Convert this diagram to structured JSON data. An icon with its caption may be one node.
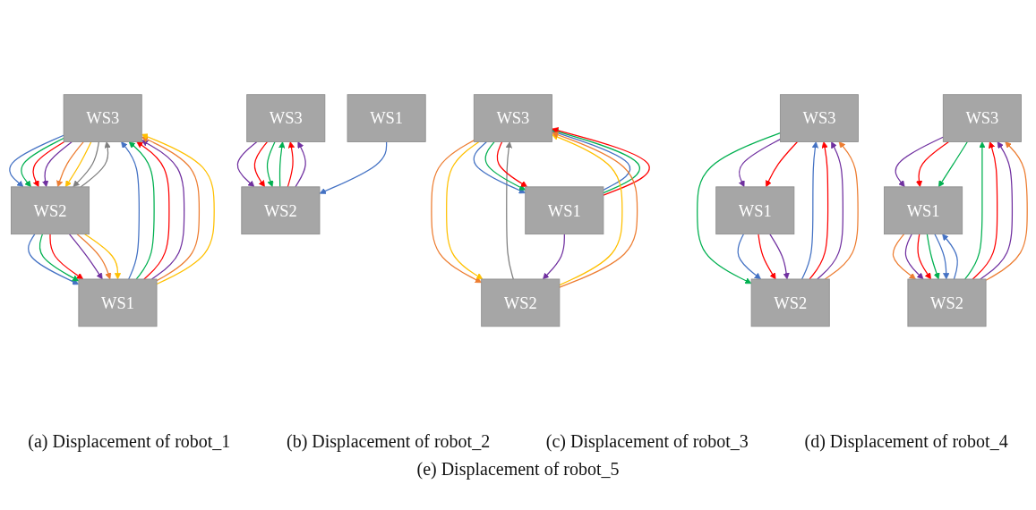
{
  "diagram": {
    "nodes": [
      {
        "text": [
          "WS3"
        ]
      },
      {
        "text": [
          "WS2"
        ]
      },
      {
        "text": [
          "WS1"
        ]
      },
      {
        "text": [
          "WS3"
        ]
      },
      {
        "text": [
          "WS2"
        ]
      },
      {
        "text": [
          "WS1"
        ]
      },
      {
        "text": [
          "WS3"
        ]
      },
      {
        "text": [
          "WS2"
        ]
      },
      {
        "text": [
          "WS1"
        ]
      },
      {
        "text": [
          "WS3"
        ]
      },
      {
        "text": [
          "WS2"
        ]
      },
      {
        "text": [
          "WS1"
        ]
      },
      {
        "text": [
          "WS3"
        ]
      },
      {
        "text": [
          "WS2"
        ]
      },
      {
        "text": [
          "WS1"
        ]
      }
    ],
    "edges": [
      {
        "from": 2,
        "to": 0,
        "arrow": "to",
        "color": "#4472c4"
      },
      {
        "from": 2,
        "to": 0,
        "arrow": "to",
        "color": "#00b050"
      },
      {
        "from": 2,
        "to": 0,
        "arrow": "to",
        "color": "#ff0000"
      },
      {
        "from": 2,
        "to": 0,
        "arrow": "to",
        "color": "#7030a0"
      },
      {
        "from": 2,
        "to": 0,
        "arrow": "to",
        "color": "#ed7d31"
      },
      {
        "from": 2,
        "to": 0,
        "arrow": "to",
        "color": "#ffc000"
      },
      {
        "from": 1,
        "to": 0,
        "arrow": "to",
        "color": "#7f7f7f"
      },
      {
        "from": 1,
        "to": 2,
        "arrow": "to",
        "color": "#4472c4"
      },
      {
        "from": 1,
        "to": 2,
        "arrow": "to",
        "color": "#00b050"
      },
      {
        "from": 1,
        "to": 2,
        "arrow": "to",
        "color": "#ff0000"
      },
      {
        "from": 1,
        "to": 2,
        "arrow": "to",
        "color": "#7030a0"
      },
      {
        "from": 1,
        "to": 2,
        "arrow": "to",
        "color": "#ed7d31"
      },
      {
        "from": 1,
        "to": 2,
        "arrow": "to",
        "color": "#ffc000"
      },
      {
        "from": 0,
        "to": 1,
        "arrow": "to",
        "color": "#4472c4"
      },
      {
        "from": 0,
        "to": 1,
        "arrow": "to",
        "color": "#00b050"
      },
      {
        "from": 0,
        "to": 1,
        "arrow": "to",
        "color": "#ff0000"
      },
      {
        "from": 0,
        "to": 1,
        "arrow": "to",
        "color": "#7030a0"
      },
      {
        "from": 0,
        "to": 1,
        "arrow": "to",
        "color": "#ed7d31"
      },
      {
        "from": 0,
        "to": 1,
        "arrow": "to",
        "color": "#ffc000"
      },
      {
        "from": 0,
        "to": 1,
        "arrow": "to",
        "color": "#7f7f7f"
      },
      {
        "from": 5,
        "to": 3,
        "arrow": "to",
        "color": "#4472c4"
      },
      {
        "from": 5,
        "to": 3,
        "arrow": "to",
        "color": "#00b050"
      },
      {
        "from": 5,
        "to": 3,
        "arrow": "to",
        "color": "#ff0000"
      },
      {
        "from": 4,
        "to": 3,
        "arrow": "to",
        "color": "#7f7f7f"
      },
      {
        "from": 4,
        "to": 3,
        "arrow": "to",
        "color": "#ffc000"
      },
      {
        "from": 4,
        "to": 3,
        "arrow": "to",
        "color": "#ed7d31"
      },
      {
        "from": 5,
        "to": 4,
        "arrow": "to",
        "color": "#7030a0"
      },
      {
        "from": 3,
        "to": 4,
        "arrow": "to",
        "color": "#ed7d31"
      },
      {
        "from": 3,
        "to": 4,
        "arrow": "to",
        "color": "#ffc000"
      },
      {
        "from": 3,
        "to": 5,
        "arrow": "to",
        "color": "#4472c4"
      },
      {
        "from": 3,
        "to": 5,
        "arrow": "to",
        "color": "#00b050"
      },
      {
        "from": 3,
        "to": 5,
        "arrow": "to",
        "color": "#ff0000"
      },
      {
        "from": 6,
        "to": 7,
        "arrow": "to",
        "color": "#7030a0"
      },
      {
        "from": 6,
        "to": 7,
        "arrow": "to",
        "color": "#ff0000"
      },
      {
        "from": 6,
        "to": 7,
        "arrow": "to",
        "color": "#00b050"
      },
      {
        "from": 8,
        "to": 7,
        "arrow": "to",
        "color": "#4472c4"
      },
      {
        "from": 7,
        "to": 6,
        "arrow": "to",
        "color": "#00b050"
      },
      {
        "from": 7,
        "to": 6,
        "arrow": "to",
        "color": "#ff0000"
      },
      {
        "from": 7,
        "to": 6,
        "arrow": "to",
        "color": "#7030a0"
      },
      {
        "from": 9,
        "to": 10,
        "arrow": "to",
        "color": "#00b050"
      },
      {
        "from": 9,
        "to": 11,
        "arrow": "to",
        "color": "#7030a0"
      },
      {
        "from": 9,
        "to": 11,
        "arrow": "to",
        "color": "#ff0000"
      },
      {
        "from": 10,
        "to": 9,
        "arrow": "to",
        "color": "#4472c4"
      },
      {
        "from": 10,
        "to": 9,
        "arrow": "to",
        "color": "#ff0000"
      },
      {
        "from": 10,
        "to": 9,
        "arrow": "to",
        "color": "#7030a0"
      },
      {
        "from": 10,
        "to": 9,
        "arrow": "to",
        "color": "#ed7d31"
      },
      {
        "from": 11,
        "to": 10,
        "arrow": "to",
        "color": "#4472c4"
      },
      {
        "from": 11,
        "to": 10,
        "arrow": "to",
        "color": "#ff0000"
      },
      {
        "from": 11,
        "to": 10,
        "arrow": "to",
        "color": "#7030a0"
      },
      {
        "from": 12,
        "to": 14,
        "arrow": "to",
        "color": "#7030a0"
      },
      {
        "from": 12,
        "to": 14,
        "arrow": "to",
        "color": "#ff0000"
      },
      {
        "from": 12,
        "to": 14,
        "arrow": "to",
        "color": "#00b050"
      },
      {
        "from": 14,
        "to": 13,
        "arrow": "to",
        "color": "#ed7d31"
      },
      {
        "from": 14,
        "to": 13,
        "arrow": "to",
        "color": "#7030a0"
      },
      {
        "from": 14,
        "to": 13,
        "arrow": "to",
        "color": "#ff0000"
      },
      {
        "from": 14,
        "to": 13,
        "arrow": "to",
        "color": "#00b050"
      },
      {
        "from": 14,
        "to": 13,
        "arrow": "to",
        "color": "#4472c4"
      },
      {
        "from": 13,
        "to": 12,
        "arrow": "to",
        "color": "#00b050"
      },
      {
        "from": 13,
        "to": 12,
        "arrow": "to",
        "color": "#ff0000"
      },
      {
        "from": 13,
        "to": 12,
        "arrow": "to",
        "color": "#7030a0"
      },
      {
        "from": 13,
        "to": 12,
        "arrow": "to",
        "color": "#ed7d31"
      },
      {
        "from": 13,
        "to": 14,
        "arrow": "to",
        "color": "#4472c4"
      }
    ],
    "labels": [
      "(a) Displacement of robot_1",
      "(b) Displacement of robot_2",
      "(c) Displacement of robot_3",
      "(d) Displacement of robot_4",
      "(e) Displacement of robot_5"
    ]
  }
}
